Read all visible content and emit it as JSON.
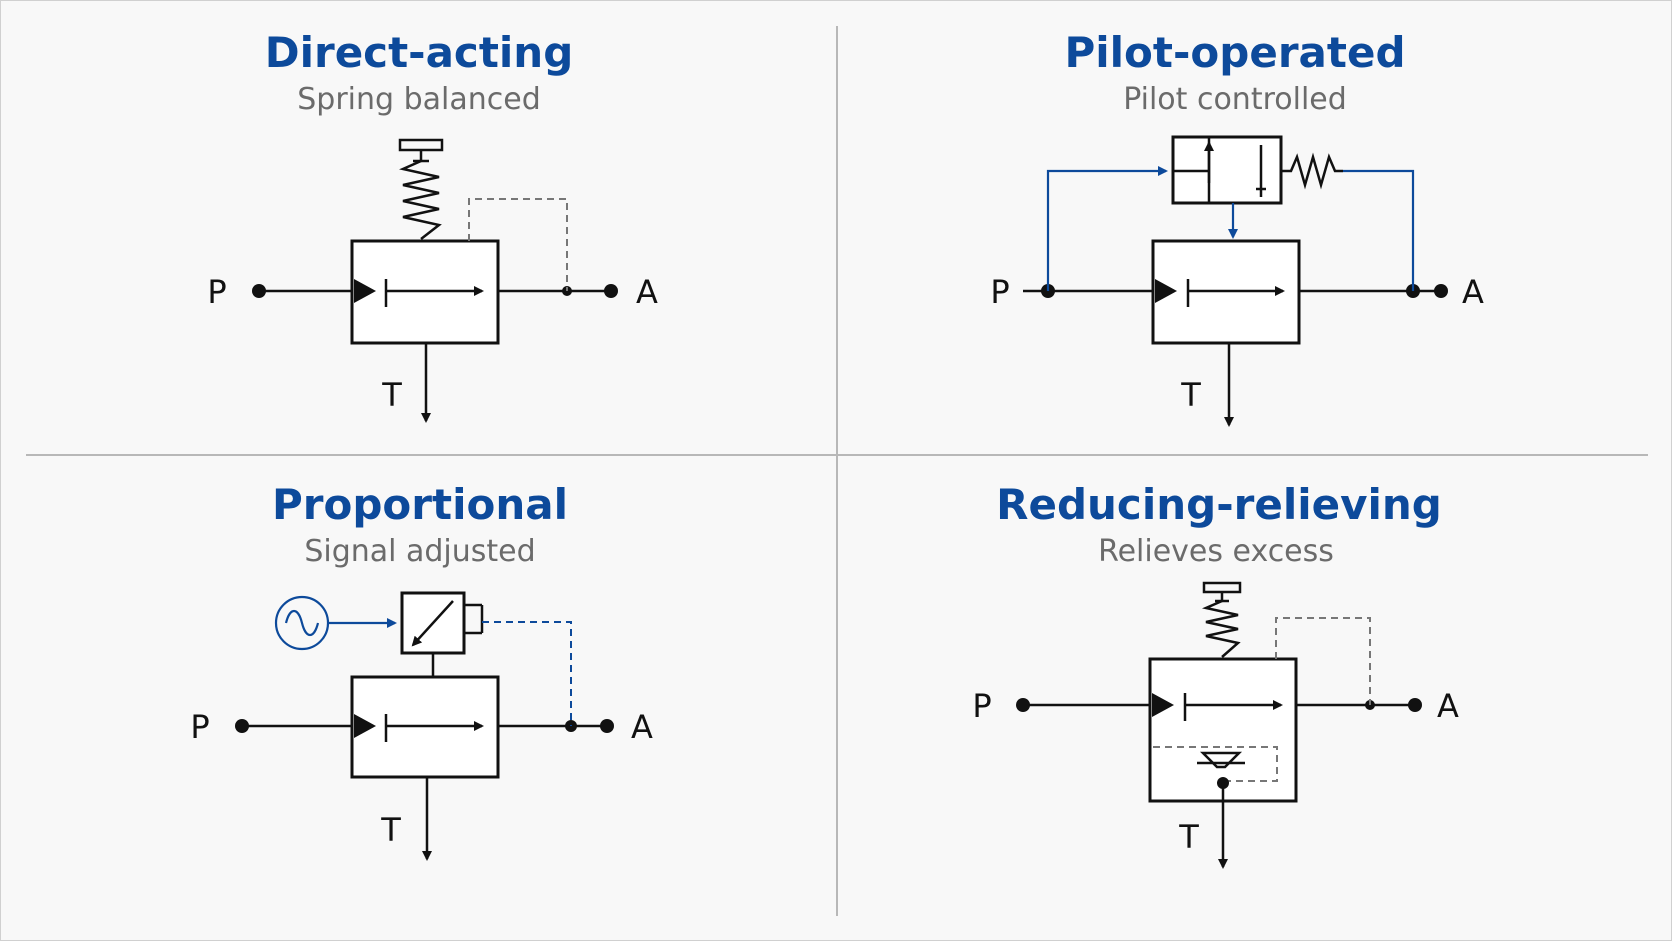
{
  "panels": [
    {
      "title": "Direct-acting",
      "subtitle": "Spring balanced",
      "ports": {
        "p": "P",
        "a": "A",
        "t": "T"
      }
    },
    {
      "title": "Pilot-operated",
      "subtitle": "Pilot controlled",
      "ports": {
        "p": "P",
        "a": "A",
        "t": "T"
      }
    },
    {
      "title": "Proportional",
      "subtitle": "Signal adjusted",
      "ports": {
        "p": "P",
        "a": "A",
        "t": "T"
      }
    },
    {
      "title": "Reducing-relieving",
      "subtitle": "Relieves excess",
      "ports": {
        "p": "P",
        "a": "A",
        "t": "T"
      }
    }
  ],
  "colors": {
    "accent": "#0d4a9b",
    "subtitle": "#6b6b6b",
    "line": "#111111"
  }
}
